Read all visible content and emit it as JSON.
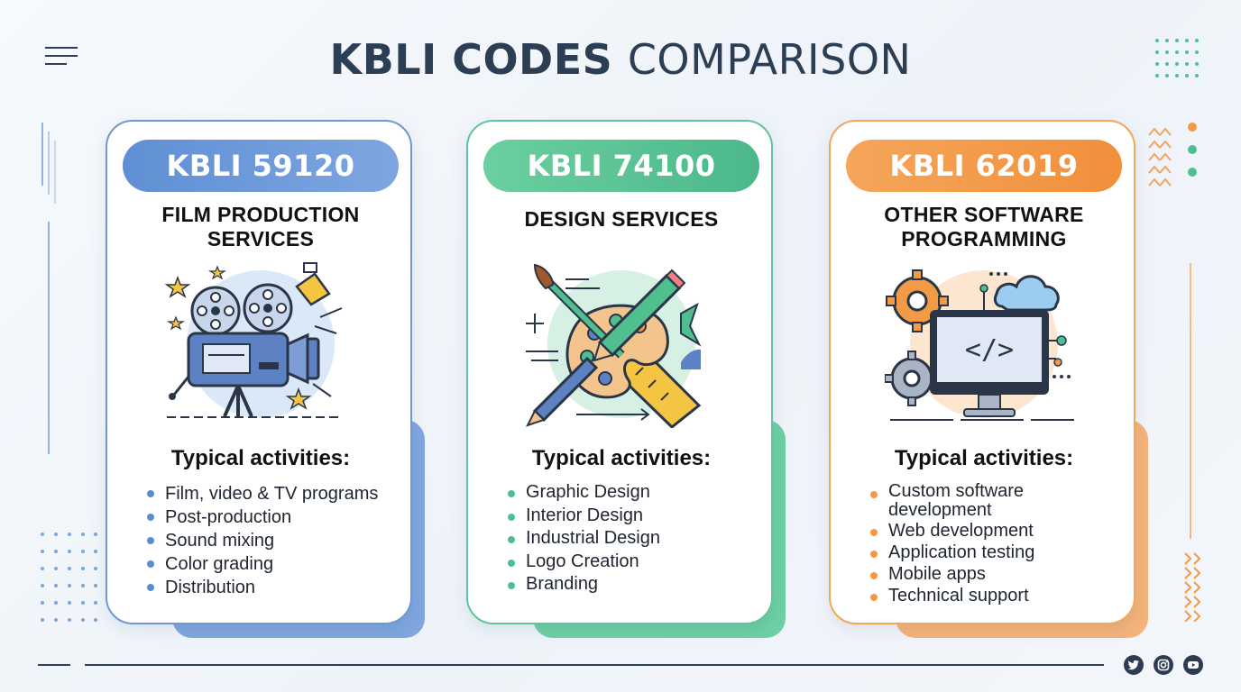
{
  "header": {
    "title_bold": "KBLI CODES",
    "title_light": "COMPARISON"
  },
  "cards": [
    {
      "code": "KBLI 59120",
      "title_line1": "FILM PRODUCTION",
      "title_line2": "SERVICES",
      "activities_title": "Typical activities:",
      "activities": [
        "Film, video & TV programs",
        "Post-production",
        "Sound mixing",
        "Color grading",
        "Distribution"
      ],
      "icon": "film-camera-icon",
      "accent": "#5b8bd0"
    },
    {
      "code": "KBLI 74100",
      "title_line1": "DESIGN SERVICES",
      "title_line2": "",
      "activities_title": "Typical activities:",
      "activities": [
        "Graphic Design",
        "Interior Design",
        "Industrial Design",
        "Logo Creation",
        "Branding"
      ],
      "icon": "design-palette-icon",
      "accent": "#4fbf8f"
    },
    {
      "code": "KBLI 62019",
      "title_line1": "OTHER SOFTWARE",
      "title_line2": "PROGRAMMING",
      "activities_title": "Typical activities:",
      "activities": [
        "Custom software",
        "development",
        "Web development",
        "Application testing",
        "Mobile apps",
        "Technical support"
      ],
      "icon": "software-monitor-icon",
      "accent": "#f29a45"
    }
  ],
  "footer": {
    "social_icons": [
      "twitter-icon",
      "instagram-icon",
      "youtube-icon"
    ]
  }
}
